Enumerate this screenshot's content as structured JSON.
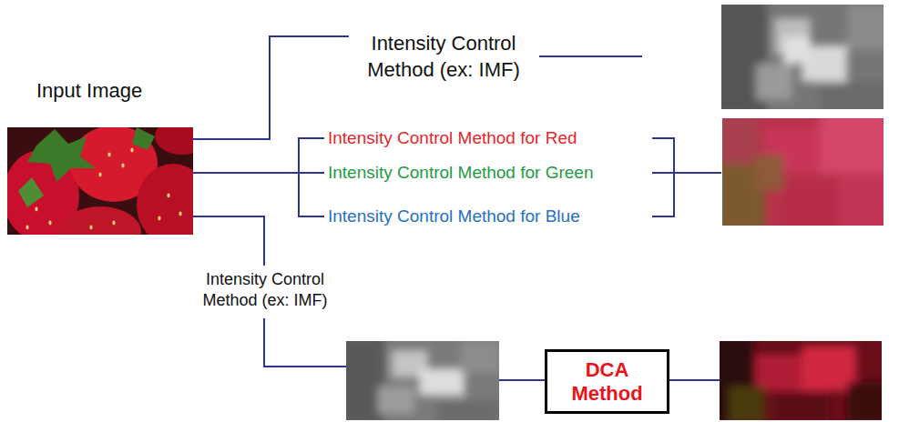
{
  "diagram": {
    "nodes": [
      {
        "text": [
          "DCA Method"
        ]
      }
    ],
    "labels": [
      "Input Image",
      "Intensity Control Method (ex: IMF)",
      "Intensity Control Method for Red",
      "Intensity Control Method for Green",
      "Intensity Control Method for Blue",
      "Intensity Control Method (ex: IMF)"
    ]
  }
}
